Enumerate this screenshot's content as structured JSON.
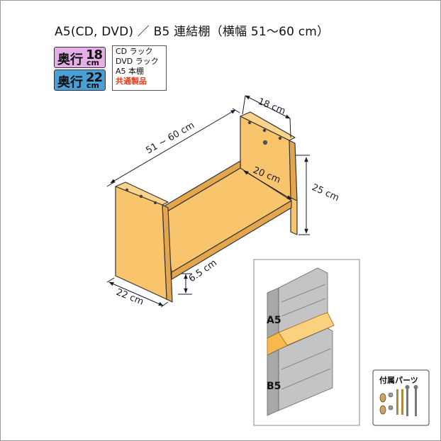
{
  "title": "A5(CD, DVD) ／ B5 連結棚（横幅 51〜60 cm）",
  "badges": [
    {
      "main": "奥行",
      "num": "18",
      "unit": "cm",
      "color": "#e6aee6"
    },
    {
      "main": "奥行",
      "num": "22",
      "unit": "cm",
      "color": "#4a9fd6"
    }
  ],
  "specs": [
    "CD ラック",
    "DVD ラック",
    "A5 本棚"
  ],
  "specs_highlight": "共通製品",
  "dimensions": {
    "width": "51 ~ 60 cm",
    "top_depth": "18 cm",
    "inner_depth": "20 cm",
    "height": "25 cm",
    "base_gap": "6.5 cm",
    "bottom_depth": "22 cm"
  },
  "photo_labels": {
    "upper": "A5",
    "lower": "B5"
  },
  "parts_title": "付属パーツ",
  "colors": {
    "wood": "#f8c46c",
    "wood_dark": "#e4a64c",
    "outline": "#333333",
    "highlight": "#f8b84e",
    "unit_gray": "#b4b4b6"
  }
}
